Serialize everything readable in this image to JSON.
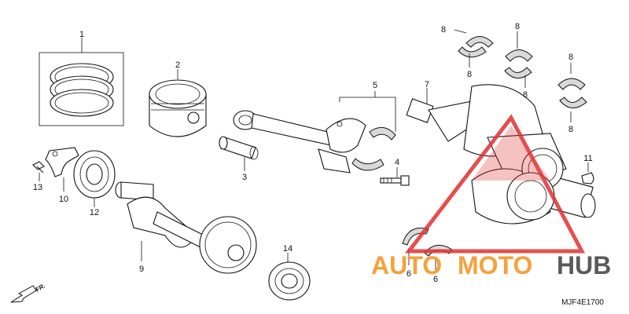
{
  "diagram": {
    "callouts": {
      "p1": "1",
      "p2": "2",
      "p3": "3",
      "p4": "4",
      "p5": "5",
      "p6a": "6",
      "p6b": "6",
      "p7": "7",
      "p8a": "8",
      "p8b": "8",
      "p8c": "8",
      "p8d": "8",
      "p8e": "8",
      "p8f": "8",
      "p9": "9",
      "p10": "10",
      "p11": "11",
      "p12": "12",
      "p13": "13",
      "p14": "14"
    },
    "direction_marker": "FR.",
    "diagram_code": "MJF4E1700"
  },
  "watermark": {
    "brand_left": "AUTO",
    "brand_mid": "MOTO",
    "brand_right": "HUB",
    "colors": {
      "orange": "#f4a23a",
      "gray": "#5a5a5a",
      "red": "#e03030"
    }
  }
}
